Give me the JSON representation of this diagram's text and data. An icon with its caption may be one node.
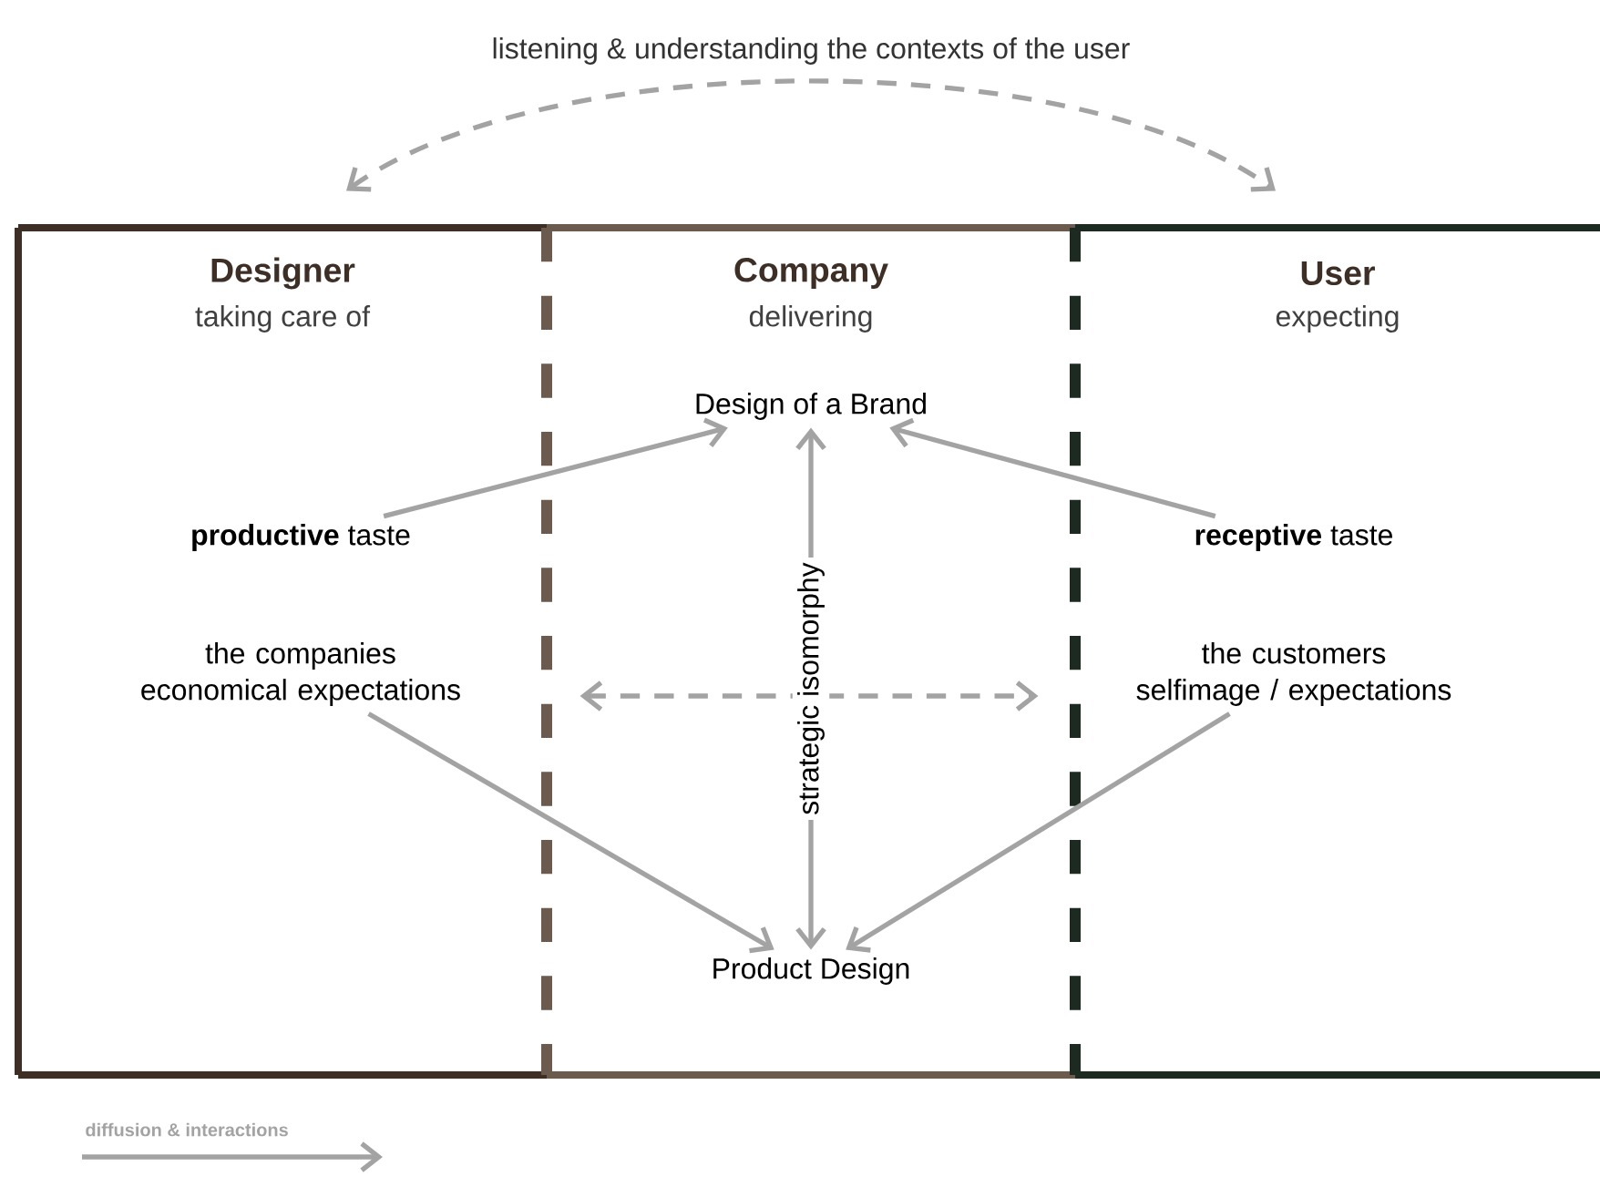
{
  "diagram": {
    "nodes": [
      {
        "text": [
          "Designer",
          "taking care of"
        ]
      },
      {
        "text": [
          "Company",
          "delivering"
        ]
      },
      {
        "text": [
          "User",
          "expecting"
        ]
      },
      {
        "text": [
          "Design of a Brand"
        ],
        "in": 1
      },
      {
        "text": [
          "**productive** taste"
        ],
        "in": 0
      },
      {
        "text": [
          "**receptive** taste"
        ],
        "in": 2
      },
      {
        "text": [
          "the companies economical expectations"
        ],
        "in": 0
      },
      {
        "text": [
          "the customers selfimage / expectations"
        ],
        "in": 2
      },
      {
        "text": [
          "Product Design"
        ],
        "in": 1
      }
    ],
    "edges": [
      {
        "from": 0,
        "to": 2,
        "arrow": "both",
        "style": "dashed",
        "label": "listening & understanding the contexts of the user"
      },
      {
        "from": 4,
        "to": 3,
        "arrow": "to"
      },
      {
        "from": 5,
        "to": 3,
        "arrow": "to"
      },
      {
        "from": 3,
        "to": 8,
        "arrow": "both",
        "label": "strategic isomorphy"
      },
      {
        "from": 0,
        "to": 2,
        "arrow": "both",
        "style": "dashed"
      },
      {
        "from": 6,
        "to": 8,
        "arrow": "to"
      },
      {
        "from": 7,
        "to": 8,
        "arrow": "to"
      }
    ],
    "legend": [
      {
        "text": "diffusion & interactions"
      }
    ]
  }
}
